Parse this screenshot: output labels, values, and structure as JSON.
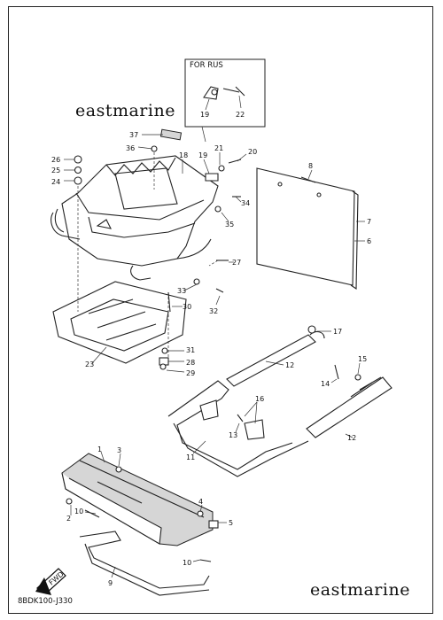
{
  "watermarks": [
    "eastmarine",
    "eastmarine"
  ],
  "diagram_code": "8BDK100-J330",
  "inset_title": "FOR RUS",
  "fwd_label": "FWD",
  "callouts": [
    "1",
    "2",
    "3",
    "4",
    "5",
    "6",
    "7",
    "8",
    "9",
    "10",
    "10",
    "11",
    "12",
    "12",
    "13",
    "14",
    "15",
    "16",
    "17",
    "18",
    "19",
    "19",
    "20",
    "21",
    "22",
    "23",
    "24",
    "25",
    "26",
    "27",
    "28",
    "29",
    "30",
    "31",
    "32",
    "33",
    "34",
    "35",
    "36",
    "37"
  ]
}
